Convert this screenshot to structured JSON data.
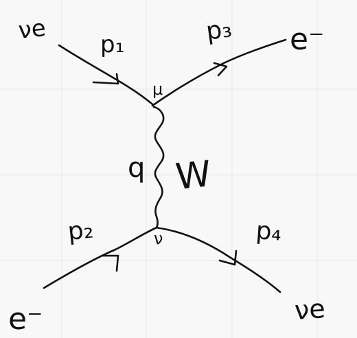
{
  "diagram": {
    "style": "handwritten Feynman diagram on grid paper",
    "colors": {
      "background": "#f8f8f8",
      "grid": "#e7e7e7",
      "ink": "#111111"
    },
    "particles": {
      "top_left": "νe",
      "top_right": "e⁻",
      "bottom_left": "e⁻",
      "bottom_right": "νe"
    },
    "momenta": {
      "p1": "p₁",
      "p2": "p₂",
      "p3": "p₃",
      "p4": "p₄"
    },
    "vertices": {
      "top": "μ",
      "bottom": "ν"
    },
    "propagator": {
      "momentum": "q",
      "boson": "W"
    }
  }
}
